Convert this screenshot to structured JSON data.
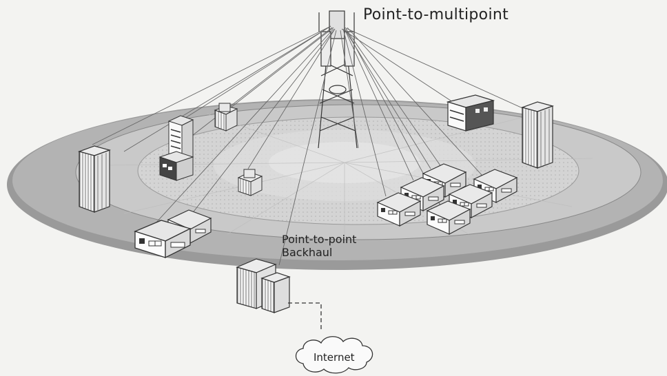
{
  "diagram": {
    "labels": {
      "point_to_multipoint": "Point-to-multipoint",
      "point_to_point_line1": "Point-to-point",
      "point_to_point_line2": "Backhaul",
      "internet": "Internet"
    }
  }
}
